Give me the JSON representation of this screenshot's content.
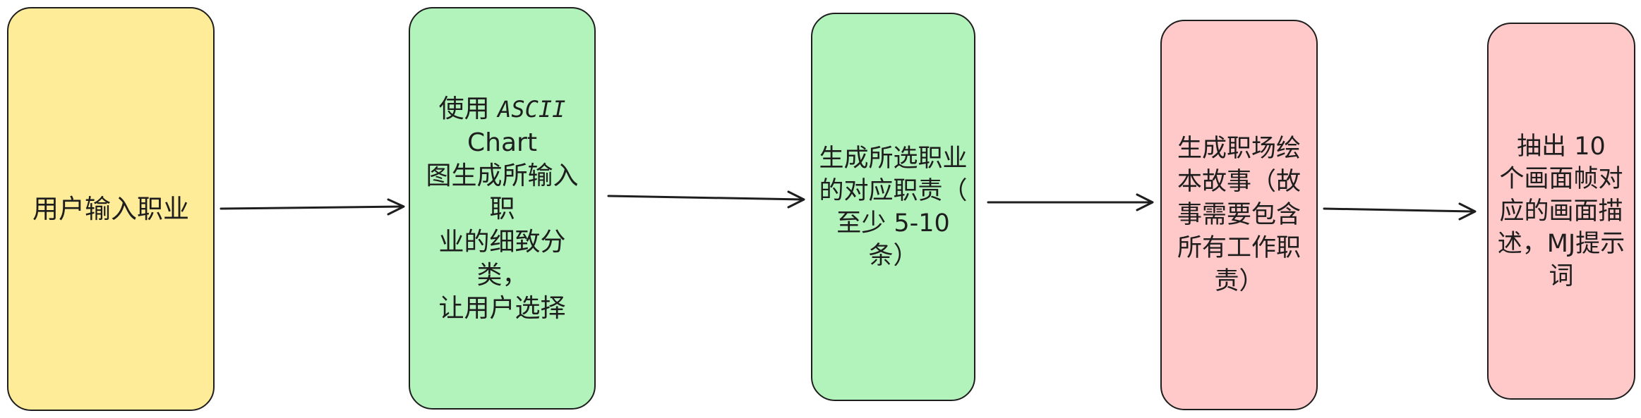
{
  "nodes": [
    {
      "id": "n1",
      "label": "用户输入职业",
      "color": "#ffec99"
    },
    {
      "id": "n2",
      "label_parts": [
        "使用 ",
        "ASCII",
        "\nChart\n图生成所输入职\n业的细致分类，\n让用户选择"
      ],
      "color": "#b2f2bb"
    },
    {
      "id": "n3",
      "label": "生成所选职业\n的对应职责（\n至少 5-10\n条）",
      "color": "#b2f2bb"
    },
    {
      "id": "n4",
      "label": "生成职场绘\n本故事（故\n事需要包含\n所有工作职\n责）",
      "color": "#ffc9c9"
    },
    {
      "id": "n5",
      "label": "抽出 10\n个画面帧对\n应的画面描\n述，MJ提示\n词",
      "color": "#ffc9c9"
    }
  ],
  "edges": [
    {
      "from": "n1",
      "to": "n2"
    },
    {
      "from": "n2",
      "to": "n3"
    },
    {
      "from": "n3",
      "to": "n4"
    },
    {
      "from": "n4",
      "to": "n5"
    }
  ]
}
